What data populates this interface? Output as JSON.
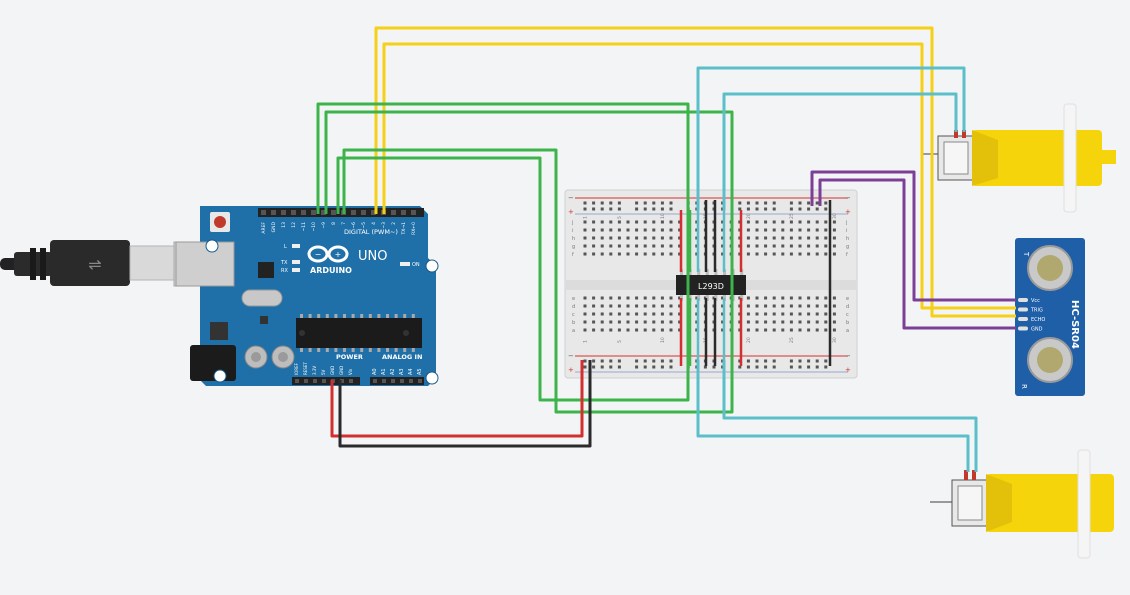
{
  "arduino": {
    "brand": "ARDUINO",
    "model": "UNO",
    "digital_label": "DIGITAL (PWM~)",
    "power_label": "POWER",
    "analog_label": "ANALOG IN",
    "on_label": "ON",
    "led_l": "L",
    "led_tx": "TX",
    "led_rx": "RX",
    "digital_pins": [
      "AREF",
      "GND",
      "13",
      "12",
      "~11",
      "~10",
      "~9",
      "8",
      "7",
      "~6",
      "~5",
      "4",
      "~3",
      "2",
      "TX→1",
      "RX←0"
    ],
    "power_pins": [
      "IOREF",
      "RESET",
      "3.3V",
      "5V",
      "GND",
      "GND",
      "Vin"
    ],
    "analog_pins": [
      "A0",
      "A1",
      "A2",
      "A3",
      "A4",
      "A5"
    ]
  },
  "ic": {
    "label": "L293D"
  },
  "sensor": {
    "label": "HC-SR04",
    "pins": [
      "Vcc",
      "TRIG",
      "ECHO",
      "GND"
    ],
    "mark_t": "T",
    "mark_r": "R"
  },
  "breadboard": {
    "rows_top": [
      "j",
      "i",
      "h",
      "g",
      "f"
    ],
    "rows_bottom": [
      "e",
      "d",
      "c",
      "b",
      "a"
    ],
    "col_numbers": [
      "1",
      "5",
      "10",
      "15",
      "20",
      "25",
      "30"
    ]
  },
  "colors": {
    "wire_yellow": "#f5d016",
    "wire_green": "#3cb44b",
    "wire_cyan": "#5bbfca",
    "wire_purple": "#7b3f98",
    "wire_red": "#d32f2f",
    "wire_black": "#2a2a2a",
    "board_blue": "#1f6fa8",
    "sensor_blue": "#1f5fa8",
    "motor_yellow": "#f6d40c"
  }
}
